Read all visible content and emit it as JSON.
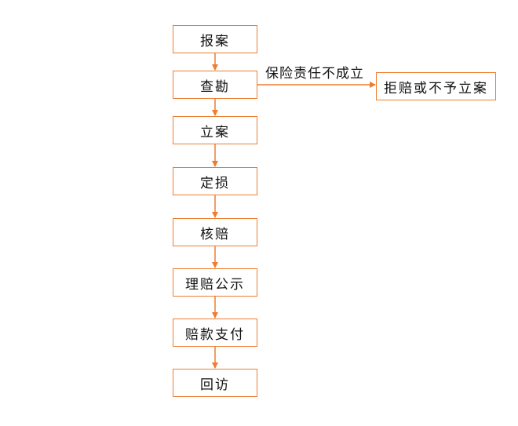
{
  "colors": {
    "stroke": "#ED7D31"
  },
  "flow": {
    "steps": [
      "报案",
      "查勘",
      "立案",
      "定损",
      "核赔",
      "理赔公示",
      "赔款支付",
      "回访"
    ],
    "branch": {
      "condition": "保险责任不成立",
      "result": "拒赔或不予立案"
    }
  }
}
